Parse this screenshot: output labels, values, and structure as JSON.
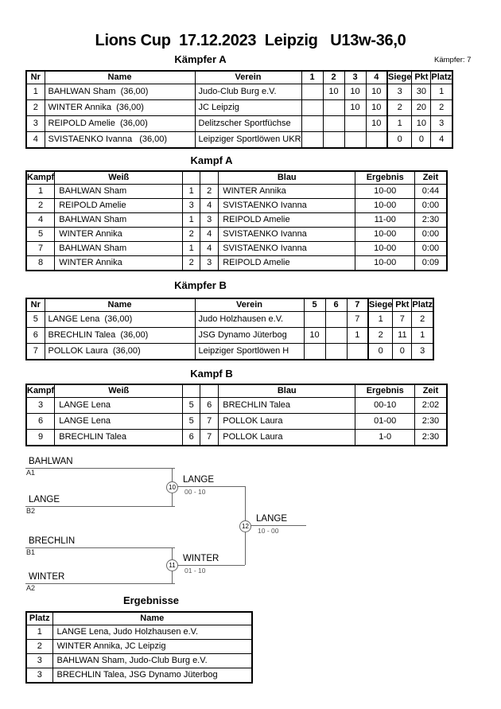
{
  "page": {
    "title": "Lions Cup  17.12.2023  Leipzig   U13w-36,0",
    "fighters_count": "Kämpfer: 7"
  },
  "sections": {
    "kaempfer_a": {
      "heading": "Kämpfer A"
    },
    "kampf_a": {
      "heading": "Kampf A"
    },
    "kaempfer_b": {
      "heading": "Kämpfer B"
    },
    "kampf_b": {
      "heading": "Kampf B"
    },
    "ergebnisse": {
      "heading": "Ergebnisse"
    }
  },
  "tables": {
    "kaempfer_a": {
      "columns": [
        "Nr",
        "Name",
        "Verein",
        "1",
        "2",
        "3",
        "4",
        "Siege",
        "Pkt",
        "Platz"
      ],
      "rows": [
        [
          "1",
          "BAHLWAN Sham  (36,00)",
          "Judo-Club Burg e.V.",
          "",
          "10",
          "10",
          "10",
          "3",
          "30",
          "1"
        ],
        [
          "2",
          "WINTER Annika  (36,00)",
          "JC Leipzig",
          "",
          "",
          "10",
          "10",
          "2",
          "20",
          "2"
        ],
        [
          "3",
          "REIPOLD Amelie  (36,00)",
          "Delitzscher Sportfüchse",
          "",
          "",
          "",
          "10",
          "1",
          "10",
          "3"
        ],
        [
          "4",
          "SVISTAENKO Ivanna   (36,00)",
          "Leipziger Sportlöwen UKR",
          "",
          "",
          "",
          "",
          "0",
          "0",
          "4"
        ]
      ]
    },
    "kampf_a": {
      "columns": [
        "Kampf",
        "Weiß",
        "",
        "",
        "Blau",
        "Ergebnis",
        "Zeit"
      ],
      "rows": [
        [
          "1",
          "BAHLWAN Sham",
          "1",
          "2",
          "WINTER Annika",
          "10-00",
          "0:44"
        ],
        [
          "2",
          "REIPOLD Amelie",
          "3",
          "4",
          "SVISTAENKO Ivanna",
          "10-00",
          "0:00"
        ],
        [
          "4",
          "BAHLWAN Sham",
          "1",
          "3",
          "REIPOLD Amelie",
          "11-00",
          "2:30"
        ],
        [
          "5",
          "WINTER Annika",
          "2",
          "4",
          "SVISTAENKO Ivanna",
          "10-00",
          "0:00"
        ],
        [
          "7",
          "BAHLWAN Sham",
          "1",
          "4",
          "SVISTAENKO Ivanna",
          "10-00",
          "0:00"
        ],
        [
          "8",
          "WINTER Annika",
          "2",
          "3",
          "REIPOLD Amelie",
          "10-00",
          "0:09"
        ]
      ]
    },
    "kaempfer_b": {
      "columns": [
        "Nr",
        "Name",
        "Verein",
        "5",
        "6",
        "7",
        "Siege",
        "Pkt",
        "Platz"
      ],
      "rows": [
        [
          "5",
          "LANGE Lena  (36,00)",
          "Judo Holzhausen e.V.",
          "",
          "",
          "7",
          "1",
          "7",
          "2"
        ],
        [
          "6",
          "BRECHLIN Talea  (36,00)",
          "JSG Dynamo Jüterbog",
          "10",
          "",
          "1",
          "2",
          "11",
          "1"
        ],
        [
          "7",
          "POLLOK Laura  (36,00)",
          "Leipziger Sportlöwen H",
          "",
          "",
          "",
          "0",
          "0",
          "3"
        ]
      ]
    },
    "kampf_b": {
      "columns": [
        "Kampf",
        "Weiß",
        "",
        "",
        "Blau",
        "Ergebnis",
        "Zeit"
      ],
      "rows": [
        [
          "3",
          "LANGE Lena",
          "5",
          "6",
          "BRECHLIN Talea",
          "00-10",
          "2:02"
        ],
        [
          "6",
          "LANGE Lena",
          "5",
          "7",
          "POLLOK Laura",
          "01-00",
          "2:30"
        ],
        [
          "9",
          "BRECHLIN Talea",
          "6",
          "7",
          "POLLOK Laura",
          "1-0",
          "2:30"
        ]
      ]
    },
    "ergebnisse": {
      "columns": [
        "Platz",
        "Name"
      ],
      "rows": [
        [
          "1",
          "LANGE Lena, Judo Holzhausen e.V."
        ],
        [
          "2",
          "WINTER Annika, JC Leipzig"
        ],
        [
          "3",
          "BAHLWAN Sham, Judo-Club Burg e.V."
        ],
        [
          "3",
          "BRECHLIN Talea, JSG Dynamo Jüterbog"
        ]
      ]
    }
  },
  "bracket": {
    "entries": [
      {
        "name": "BAHLWAN",
        "seed": "A1"
      },
      {
        "name": "LANGE",
        "seed": "B2"
      },
      {
        "name": "BRECHLIN",
        "seed": "B1"
      },
      {
        "name": "WINTER",
        "seed": "A2"
      }
    ],
    "matches": [
      {
        "number": "10",
        "winner": "LANGE",
        "score": "00 - 10"
      },
      {
        "number": "11",
        "winner": "WINTER",
        "score": "01 - 10"
      },
      {
        "number": "12",
        "winner": "LANGE",
        "score": "10 - 00"
      }
    ]
  }
}
